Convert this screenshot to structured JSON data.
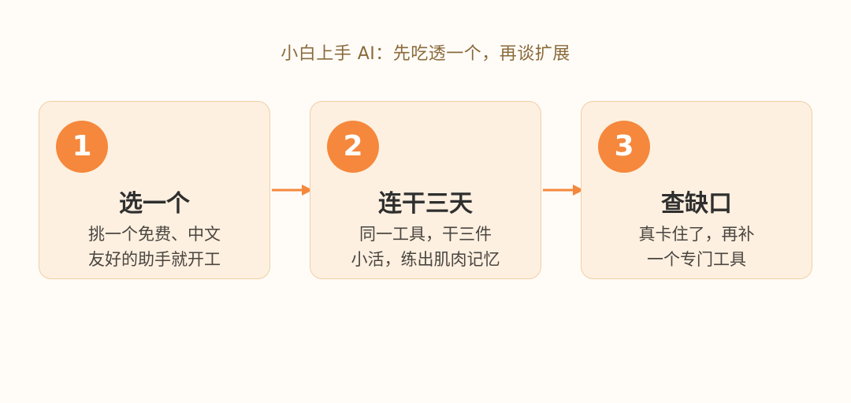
{
  "title": "小白上手 AI：先吃透一个，再谈扩展",
  "colors": {
    "accent": "#f5883c",
    "card_bg": "#fdf0e0",
    "card_border": "#f0cfa5",
    "title_text": "#8a6a3a"
  },
  "steps": [
    {
      "number": "1",
      "title": "选一个",
      "desc_lines": [
        "挑一个免费、中文",
        "友好的助手就开工"
      ]
    },
    {
      "number": "2",
      "title": "连干三天",
      "desc_lines": [
        "同一工具，干三件",
        "小活，练出肌肉记忆"
      ]
    },
    {
      "number": "3",
      "title": "查缺口",
      "desc_lines": [
        "真卡住了，再补",
        "一个专门工具"
      ]
    }
  ],
  "arrows": [
    "arrow-right-icon",
    "arrow-right-icon"
  ]
}
